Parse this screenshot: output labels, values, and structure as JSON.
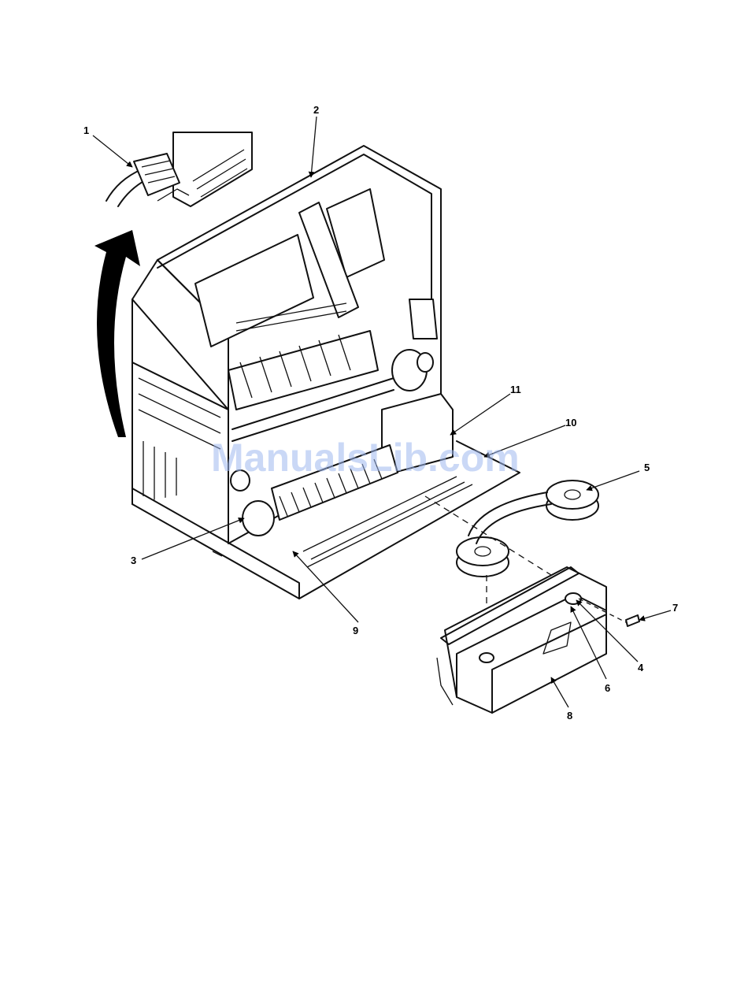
{
  "watermark": "ManualsLib.com",
  "callouts": [
    {
      "id": "1",
      "label": "1"
    },
    {
      "id": "2",
      "label": "2"
    },
    {
      "id": "3",
      "label": "3"
    },
    {
      "id": "4",
      "label": "4"
    },
    {
      "id": "5",
      "label": "5"
    },
    {
      "id": "6",
      "label": "6"
    },
    {
      "id": "7",
      "label": "7"
    },
    {
      "id": "8",
      "label": "8"
    },
    {
      "id": "9",
      "label": "9"
    },
    {
      "id": "10",
      "label": "10"
    },
    {
      "id": "11",
      "label": "11"
    }
  ]
}
